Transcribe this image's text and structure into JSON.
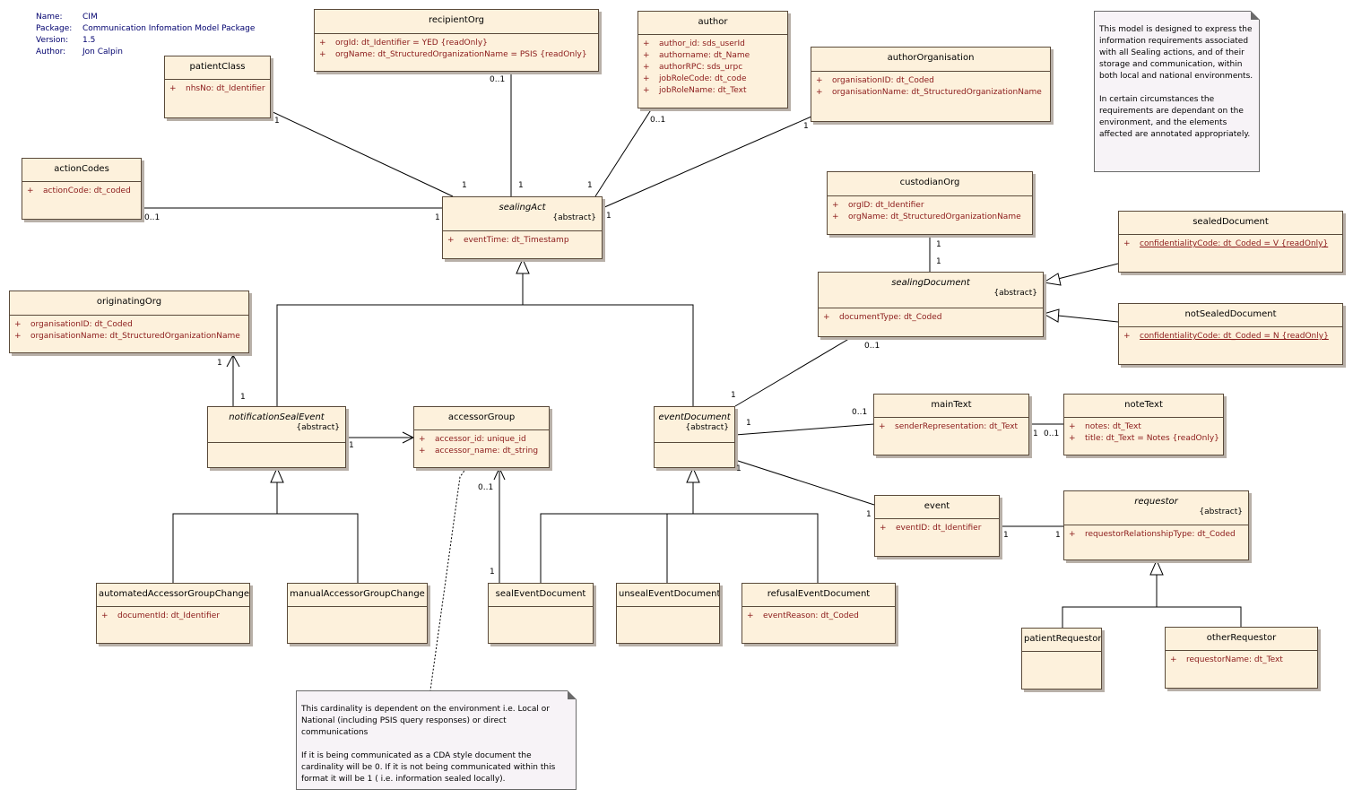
{
  "meta": [
    {
      "k": "Name:",
      "v": "CIM"
    },
    {
      "k": "Package:",
      "v": "Communication Infomation Model Package"
    },
    {
      "k": "Version:",
      "v": "1.5"
    },
    {
      "k": "Author:",
      "v": "Jon Calpin"
    }
  ],
  "classes": {
    "recipientOrg": {
      "name": "recipientOrg",
      "attrs": [
        "orgId:  dt_Identifier = YED {readOnly}",
        "orgName:  dt_StructuredOrganizationName = PSIS {readOnly}"
      ]
    },
    "author": {
      "name": "author",
      "attrs": [
        "author_id:  sds_userId",
        "authorname:  dt_Name",
        "authorRPC:  sds_urpc",
        "jobRoleCode:  dt_code",
        "jobRoleName:  dt_Text"
      ]
    },
    "patientClass": {
      "name": "patientClass",
      "attrs": [
        "nhsNo:  dt_Identifier"
      ]
    },
    "authorOrganisation": {
      "name": "authorOrganisation",
      "attrs": [
        "organisationID:  dt_Coded",
        "organisationName:  dt_StructuredOrganizationName"
      ]
    },
    "actionCodes": {
      "name": "actionCodes",
      "attrs": [
        "actionCode:  dt_coded"
      ]
    },
    "sealingAct": {
      "name": "sealingAct",
      "stereo": "{abstract}",
      "attrs": [
        "eventTime:  dt_Timestamp"
      ]
    },
    "custodianOrg": {
      "name": "custodianOrg",
      "attrs": [
        "orgID:  dt_Identifier",
        "orgName:  dt_StructuredOrganizationName"
      ]
    },
    "sealedDocument": {
      "name": "sealedDocument",
      "attrs": [
        "confidentialityCode:  dt_Coded = V {readOnly}"
      ]
    },
    "sealingDocument": {
      "name": "sealingDocument",
      "stereo": "{abstract}",
      "attrs": [
        "documentType:  dt_Coded"
      ]
    },
    "notSealedDocument": {
      "name": "notSealedDocument",
      "attrs": [
        "confidentialityCode:  dt_Coded = N {readOnly}"
      ]
    },
    "originatingOrg": {
      "name": "originatingOrg",
      "attrs": [
        "organisationID:  dt_Coded",
        "organisationName:  dt_StructuredOrganizationName"
      ]
    },
    "notificationSealEvent": {
      "name": "notificationSealEvent",
      "stereo": "{abstract}",
      "attrs": []
    },
    "accessorGroup": {
      "name": "accessorGroup",
      "attrs": [
        "accessor_id:  unique_id",
        "accessor_name:  dt_string"
      ]
    },
    "eventDocument": {
      "name": "eventDocument",
      "stereo": "{abstract}",
      "attrs": []
    },
    "mainText": {
      "name": "mainText",
      "attrs": [
        "senderRepresentation:  dt_Text"
      ]
    },
    "noteText": {
      "name": "noteText",
      "attrs": [
        "notes:  dt_Text",
        "title:  dt_Text = Notes {readOnly}"
      ]
    },
    "event": {
      "name": "event",
      "attrs": [
        "eventID:  dt_Identifier"
      ]
    },
    "requestor": {
      "name": "requestor",
      "stereo": "{abstract}",
      "attrs": [
        "requestorRelationshipType:  dt_Coded"
      ]
    },
    "automatedAccessorGroupChange": {
      "name": "automatedAccessorGroupChange",
      "attrs": [
        "documentId:  dt_Identifier"
      ]
    },
    "manualAccessorGroupChange": {
      "name": "manualAccessorGroupChange",
      "attrs": []
    },
    "sealEventDocument": {
      "name": "sealEventDocument",
      "attrs": []
    },
    "unsealEventDocument": {
      "name": "unsealEventDocument",
      "attrs": []
    },
    "refusalEventDocument": {
      "name": "refusalEventDocument",
      "attrs": [
        "eventReason:  dt_Coded"
      ]
    },
    "patientRequestor": {
      "name": "patientRequestor",
      "attrs": []
    },
    "otherRequestor": {
      "name": "otherRequestor",
      "attrs": [
        "requestorName:  dt_Text"
      ]
    }
  },
  "notes": {
    "modelNote": [
      "This model is designed to express  the information requirements associated with all Sealing actions, and of their storage and communication, within both local and national environments.",
      "In certain circumstances the requirements are dependant on the environment, and the elements affected are annotated appropriately."
    ],
    "cardinalityNote": [
      "This cardinality is dependent on the  environment i.e. Local or National (including PSIS query responses) or direct communications",
      "If it is being communicated as a CDA style document the cardinality will be 0.  If it is not being communicated within this format it will be 1 ( i.e. information sealed locally)."
    ]
  },
  "multiplicities": {
    "m_recip_top": "0..1",
    "m_recip_bot": "1",
    "m_author_top": "0..1",
    "m_author_bot": "1",
    "m_patient_top": "1",
    "m_patient_bot": "1",
    "m_aorg_top": "1",
    "m_aorg_bot": "1",
    "m_action_left": "0..1",
    "m_action_right": "1",
    "m_cust_top": "1",
    "m_cust_bot": "1",
    "m_orig_top": "1",
    "m_orig_bot": "1",
    "m_notif_acc": "1",
    "m_acc_bot": "0..1",
    "m_seal_top": "1",
    "m_sdoc_bot": "0..1",
    "m_edoc_top": "1",
    "m_edoc_main": "1",
    "m_main_left": "0..1",
    "m_main_right": "1",
    "m_note_left": "0..1",
    "m_edoc_event": "1",
    "m_event_left": "1",
    "m_event_right": "1",
    "m_req_left": "1"
  },
  "colors": {
    "classFill": "#fdf1dc",
    "attrText": "#8b1a1a",
    "metaText": "#00006e",
    "noteFill": "#f7f3f7"
  }
}
